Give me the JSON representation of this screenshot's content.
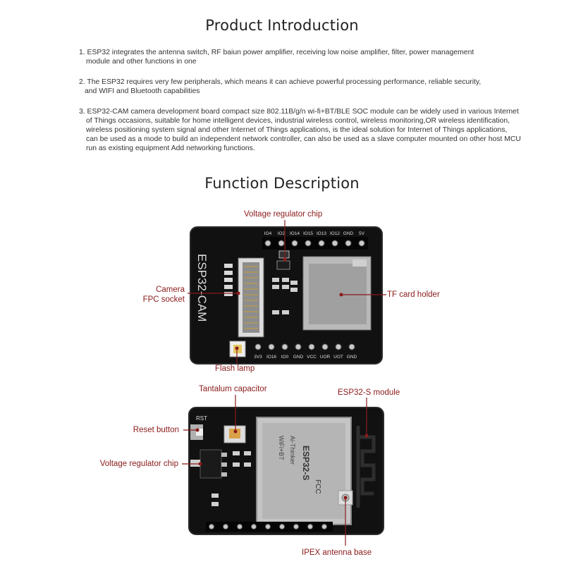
{
  "titles": {
    "intro": "Product Introduction",
    "function": "Function Description"
  },
  "intro_paragraphs": [
    {
      "lines": [
        "1. ESP32 integrates the antenna switch, RF baiun power amplifier, receiving low noise amplifier, filter, power management",
        "module and other functions in one"
      ]
    },
    {
      "lines": [
        "2. The ESP32 requires very few peripherals, which means it can achieve powerful processing performance, reliable security,",
        "and WIFI and Bluetooth capabilities"
      ]
    },
    {
      "lines": [
        "3. ESP32-CAM camera development board compact size 802.11B/g/n wi-fi+BT/BLE SOC module can be widely used in various Internet",
        "of Things occasions, suitable for home intelligent devices, industrial wireless control, wireless monitoring,OR wireless identification,",
        "wireless positioning system signal and other Internet of Things applications, is the ideal solution for Internet of Things applications,",
        "can be used as a mode to build an independent network controller, can also be used as a slave computer mounted on other host MCU",
        "run as existing equipment Add networking functions."
      ]
    }
  ],
  "board_top": {
    "silkscreen": "ESP32-CAM",
    "pin_labels_top": [
      "IO4",
      "IO2",
      "IO14",
      "IO15",
      "IO13",
      "IO12",
      "GND",
      "5V"
    ],
    "pin_labels_bottom": [
      "3V3",
      "IO16",
      "IO0",
      "GND",
      "VCC",
      "UOR",
      "UOT",
      "GND"
    ],
    "callouts": {
      "voltage_regulator": "Voltage regulator chip",
      "camera_fpc": [
        "Camera",
        "FPC socket"
      ],
      "tf_card": "TF card holder",
      "flash_lamp": "Flash lamp"
    }
  },
  "board_bottom": {
    "silkscreen_rst": "RST",
    "module_text": [
      "ESP32-S",
      "Ai-Thinker",
      "WiFi+BT",
      "FCC"
    ],
    "callouts": {
      "tantalum": "Tantalum capacitor",
      "esp32s_module": "ESP32-S module",
      "reset": "Reset button",
      "voltage_regulator": "Voltage regulator chip",
      "ipex": "IPEX antenna base"
    }
  },
  "colors": {
    "callout": "#8b1a1a",
    "pcb": "#111111",
    "pcb_edge": "#2a2a2a",
    "metal": "#a8a8a8"
  }
}
